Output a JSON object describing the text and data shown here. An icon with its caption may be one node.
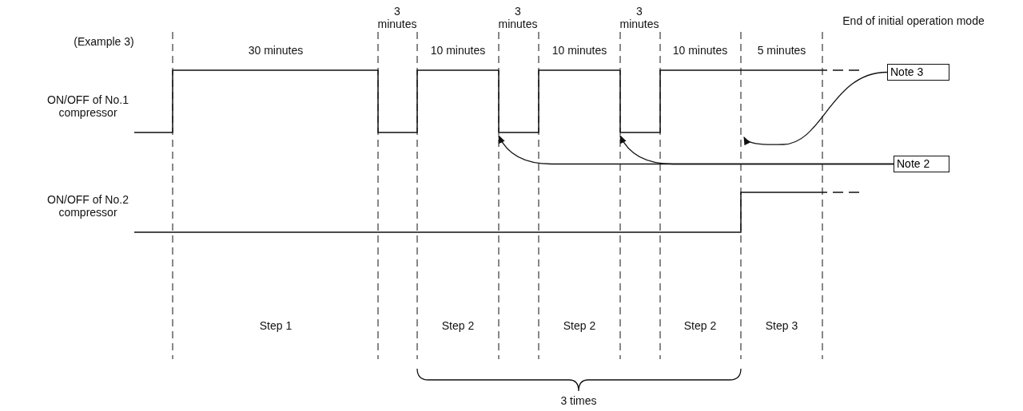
{
  "diagram": {
    "nodes": [
      {
        "text": [
          "Note 3"
        ]
      },
      {
        "text": [
          "Note 2"
        ]
      },
      {
        "text": [],
        "shape": "line"
      },
      {
        "text": [],
        "shape": "line"
      },
      {
        "text": [],
        "shape": "line"
      }
    ],
    "edges": [
      {
        "from": 1,
        "to": 2,
        "arrow": "to"
      },
      {
        "from": 1,
        "to": 3,
        "arrow": "to"
      },
      {
        "from": 0,
        "to": 4,
        "arrow": "to"
      }
    ],
    "labels": [
      "(Example 3)",
      "3 minutes",
      "3 minutes",
      "3 minutes",
      "End of initial operation mode",
      "30 minutes",
      "10 minutes",
      "10 minutes",
      "10 minutes",
      "5 minutes",
      "ON/OFF of No.1 compressor",
      "ON/OFF of No.2 compressor",
      "Step 1",
      "Step 2",
      "Step 2",
      "Step 2",
      "Step 3",
      "3 times"
    ]
  }
}
